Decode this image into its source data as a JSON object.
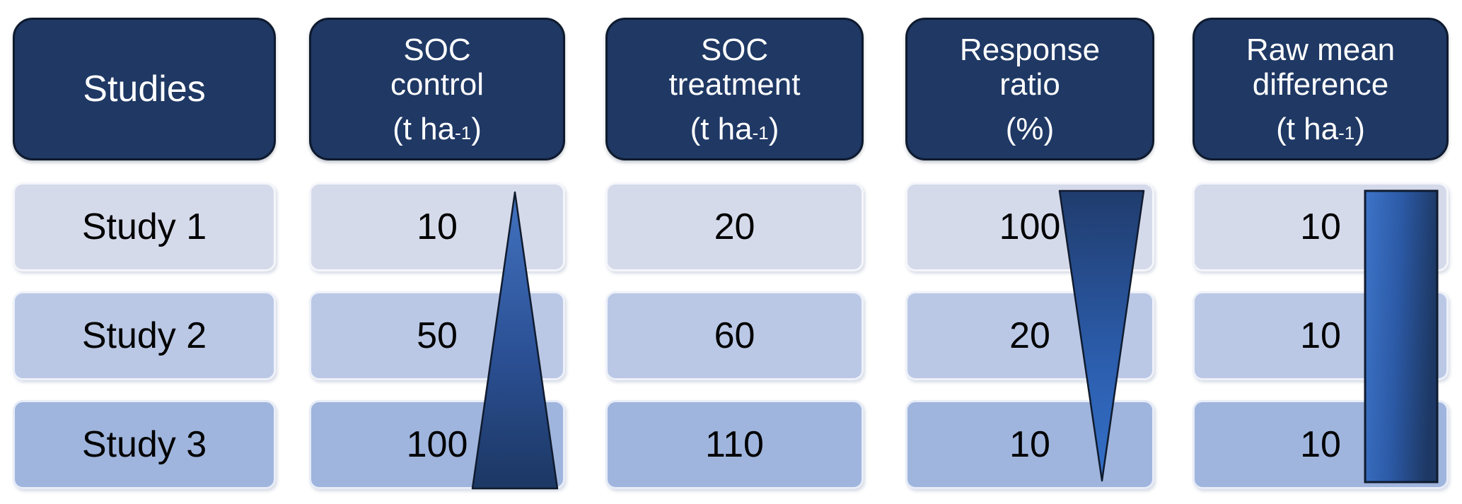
{
  "figure": {
    "columns": [
      {
        "key": "studies",
        "header": {
          "line1": "Studies",
          "line2": "",
          "unit_prefix": "",
          "unit_sup": "",
          "unit_suffix": ""
        },
        "cells": [
          "Study 1",
          "Study 2",
          "Study 3"
        ]
      },
      {
        "key": "soc-control",
        "header": {
          "line1": "SOC",
          "line2": "control",
          "unit_prefix": "(t ha",
          "unit_sup": "-1",
          "unit_suffix": ")"
        },
        "cells": [
          "10",
          "50",
          "100"
        ],
        "shape": "upward-tapering-triangle"
      },
      {
        "key": "soc-treatment",
        "header": {
          "line1": "SOC",
          "line2": "treatment",
          "unit_prefix": "(t ha",
          "unit_sup": "-1",
          "unit_suffix": ")"
        },
        "cells": [
          "20",
          "60",
          "110"
        ]
      },
      {
        "key": "response-ratio",
        "header": {
          "line1": "Response",
          "line2": "ratio",
          "unit_prefix": "(%",
          "unit_sup": "",
          "unit_suffix": ")"
        },
        "cells": [
          "100",
          "20",
          "10"
        ],
        "shape": "downward-tapering-triangle"
      },
      {
        "key": "raw-mean-difference",
        "header": {
          "line1": "Raw mean",
          "line2": "difference",
          "unit_prefix": "(t ha",
          "unit_sup": "-1",
          "unit_suffix": ")"
        },
        "cells": [
          "10",
          "10",
          "10"
        ],
        "shape": "constant-width-rectangle"
      }
    ]
  },
  "colors": {
    "header-bg": "#1f3864",
    "header-border": "#0e1a2e",
    "row1-bg": "#d5daeb",
    "row2-bg": "#bac8e6",
    "row3-bg": "#9fb5dd",
    "shape-stroke": "#101b2e",
    "shape-gradient-light": "#3d72c6",
    "shape-gradient-dark": "#1d3864",
    "header-text": "#ffffff",
    "cell-text": "#000000"
  },
  "chart_data": {
    "type": "table",
    "columns": [
      "Studies",
      "SOC control (t ha-1)",
      "SOC treatment (t ha-1)",
      "Response ratio (%)",
      "Raw mean difference (t ha-1)"
    ],
    "rows": [
      [
        "Study 1",
        10,
        20,
        100,
        10
      ],
      [
        "Study 2",
        50,
        60,
        20,
        10
      ],
      [
        "Study 3",
        100,
        110,
        10,
        10
      ]
    ],
    "annotations": [
      {
        "column": "SOC control (t ha-1)",
        "shape": "triangle-widening-downward"
      },
      {
        "column": "Response ratio (%)",
        "shape": "triangle-narrowing-downward"
      },
      {
        "column": "Raw mean difference (t ha-1)",
        "shape": "rectangle-constant-width"
      }
    ]
  }
}
